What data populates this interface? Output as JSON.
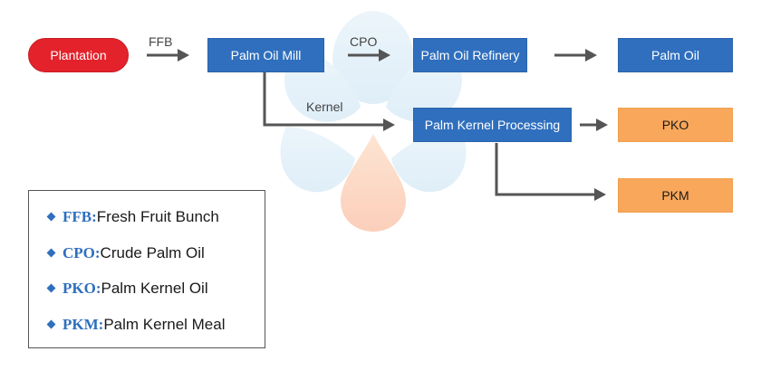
{
  "colors": {
    "primary_blue": "#2f6fbe",
    "plantation_red": "#e3222b",
    "product_orange": "#f9a75a",
    "arrow_gray": "#555555"
  },
  "background_icon": "oil-drop-flower-icon",
  "nodes": {
    "plantation": "Plantation",
    "mill": "Palm Oil Mill",
    "refinery": "Palm Oil Refinery",
    "palm_oil": "Palm Oil",
    "kernel_processing": "Palm Kernel Processing",
    "pko": "PKO",
    "pkm": "PKM"
  },
  "edge_labels": {
    "ffb": "FFB",
    "cpo": "CPO",
    "kernel": "Kernel"
  },
  "legend": [
    {
      "abbr": "FFB:",
      "text": "Fresh Fruit Bunch"
    },
    {
      "abbr": "CPO:",
      "text": "Crude Palm Oil"
    },
    {
      "abbr": "PKO:",
      "text": "Palm Kernel Oil"
    },
    {
      "abbr": "PKM:",
      "text": "Palm Kernel Meal"
    }
  ]
}
